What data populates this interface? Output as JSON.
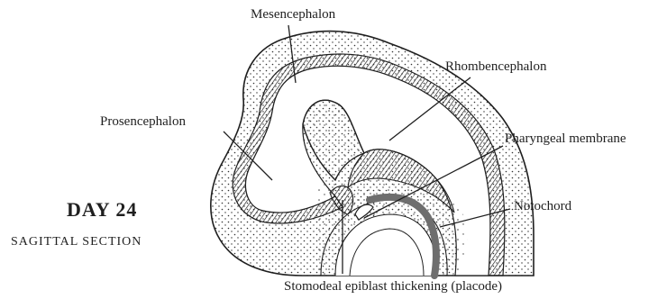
{
  "labels": {
    "mesencephalon": "Mesencephalon",
    "rhombencephalon": "Rhombencephalon",
    "prosencephalon": "Prosencephalon",
    "pharyngeal_membrane": "Pharyngeal membrane",
    "notochord": "Notochord",
    "stomodeal": "Stomodeal epiblast thickening (placode)"
  },
  "caption": {
    "day": "DAY 24",
    "section": "SAGITTAL SECTION"
  },
  "colors": {
    "ink": "#1f1f1f",
    "notochord": "#6e6e6e",
    "background": "#ffffff"
  }
}
